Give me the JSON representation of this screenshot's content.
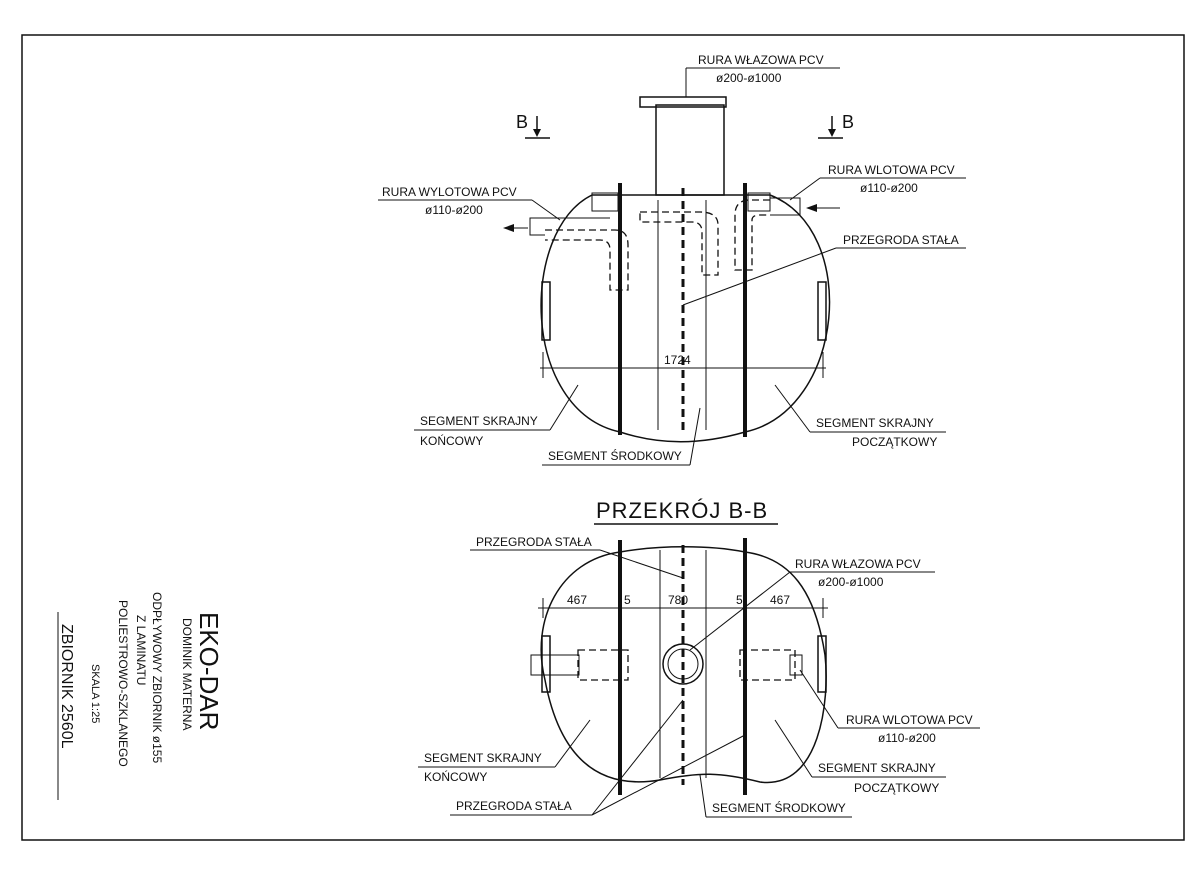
{
  "top_view": {
    "manhole_pipe": {
      "line1": "RURA WŁAZOWA PCV",
      "line2": "ø200-ø1000"
    },
    "section_mark_left": "B",
    "section_mark_right": "B",
    "outlet_pipe": {
      "line1": "RURA WYLOTOWA PCV",
      "line2": "ø110-ø200"
    },
    "inlet_pipe": {
      "line1": "RURA WLOTOWA PCV",
      "line2": "ø110-ø200"
    },
    "baffle": "PRZEGRODA STAŁA",
    "dimension": "1724",
    "end_segment": {
      "line1": "SEGMENT SKRAJNY",
      "line2": "KOŃCOWY"
    },
    "start_segment": {
      "line1": "SEGMENT SKRAJNY",
      "line2": "POCZĄTKOWY"
    },
    "middle_segment": "SEGMENT ŚRODKOWY"
  },
  "section_view": {
    "title": "PRZEKRÓJ B-B",
    "baffle_top": "PRZEGRODA STAŁA",
    "manhole_pipe": {
      "line1": "RURA WŁAZOWA PCV",
      "line2": "ø200-ø1000"
    },
    "dims": [
      "467",
      "5",
      "780",
      "5",
      "467"
    ],
    "inlet_pipe": {
      "line1": "RURA WLOTOWA PCV",
      "line2": "ø110-ø200"
    },
    "end_segment": {
      "line1": "SEGMENT SKRAJNY",
      "line2": "KOŃCOWY"
    },
    "start_segment": {
      "line1": "SEGMENT SKRAJNY",
      "line2": "POCZĄTKOWY"
    },
    "baffle_bottom": "PRZEGRODA STAŁA",
    "middle_segment": "SEGMENT ŚRODKOWY"
  },
  "title_block": {
    "company": "EKO-DAR",
    "owner": "DOMINIK MATERNA",
    "desc1": "ODPŁYWOWY ZBIORNIK ø155",
    "desc2": "Z LAMINATU",
    "desc3": "POLIESTROWO-SZKLANEGO",
    "scale": "SKALA 1:25",
    "product": "ZBIORNIK 2560L"
  }
}
